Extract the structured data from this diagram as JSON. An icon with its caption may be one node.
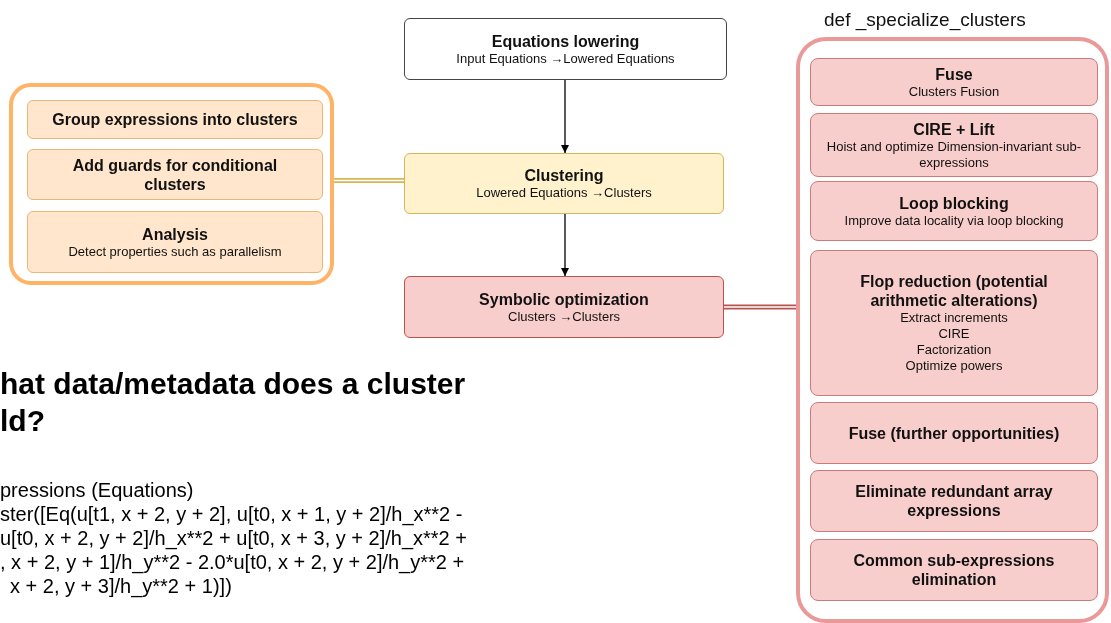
{
  "diagram": {
    "nodes": [
      {
        "text": [
          "Equations lowering",
          "Input Equations →Lowered Equations"
        ]
      },
      {
        "text": [],
        "shape": "box"
      },
      {
        "text": [
          "Group expressions into clusters"
        ],
        "in": 1
      },
      {
        "text": [
          "Add guards for conditional clusters"
        ],
        "in": 1
      },
      {
        "text": [
          "Analysis",
          "Detect properties such as parallelism"
        ],
        "in": 1
      },
      {
        "text": [
          "Clustering",
          "Lowered Equations →Clusters"
        ]
      },
      {
        "text": [
          "Symbolic optimization",
          "Clusters →Clusters"
        ]
      },
      {
        "text": [
          "def _specialize_clusters"
        ]
      },
      {
        "text": [
          "Fuse",
          "Clusters Fusion"
        ],
        "in": 7
      },
      {
        "text": [
          "CIRE + Lift",
          "Hoist and optimize Dimension-invariant sub-expressions"
        ],
        "in": 7
      },
      {
        "text": [
          "Loop blocking",
          "Improve data locality via loop blocking"
        ],
        "in": 7
      },
      {
        "text": [
          "Flop reduction (potential arithmetic alterations)",
          "Extract increments",
          "CIRE",
          "Factorization",
          "Optimize powers"
        ],
        "in": 7
      },
      {
        "text": [
          "Fuse (further opportunities)"
        ],
        "in": 7
      },
      {
        "text": [
          "Eliminate redundant array expressions"
        ],
        "in": 7
      },
      {
        "text": [
          "Common sub-expressions elimination"
        ],
        "in": 7
      }
    ],
    "edges": [
      {
        "from": 0,
        "to": 5,
        "arrow": "to"
      },
      {
        "from": 5,
        "to": 6,
        "arrow": "to"
      },
      {
        "from": 1,
        "to": 5,
        "arrow": "none",
        "style": "thick",
        "color": "#d6b656"
      },
      {
        "from": 6,
        "to": 7,
        "arrow": "none",
        "style": "thick",
        "color": "#b85450"
      }
    ],
    "labels": [
      "hat data/metadata does a cluster ld?",
      "pressions (Equations)",
      "ster([Eq(u[t1, x + 2, y + 2], u[t0, x + 1, y + 2]/h_x**2 -",
      "u[t0, x + 2, y + 2]/h_x**2 + u[t0, x + 3, y + 2]/h_x**2 +",
      ", x + 2, y + 1]/h_y**2 - 2.0*u[t0, x + 2, y + 2]/h_y**2 +",
      "x + 2, y + 3]/h_y**2 + 1)])"
    ]
  }
}
